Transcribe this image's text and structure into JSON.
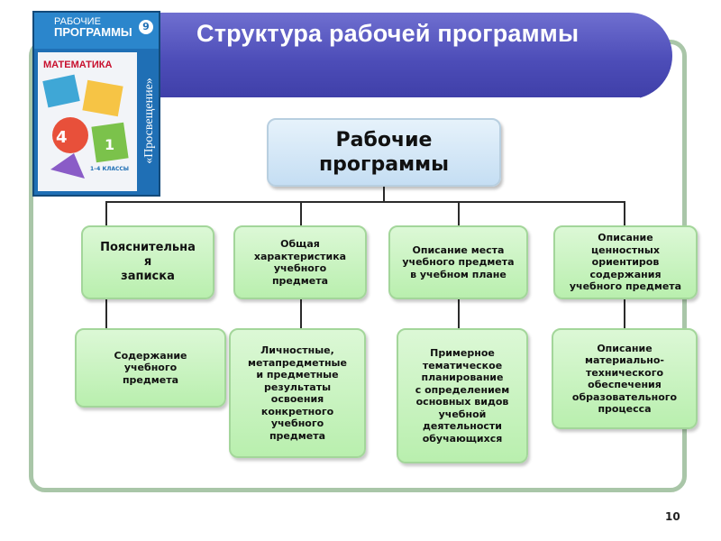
{
  "slide": {
    "title": "Структура рабочей программы",
    "page_number": "10"
  },
  "book": {
    "series_line1": "РАБОЧИЕ",
    "series_line2": "ПРОГРАММЫ",
    "subject": "МАТЕМАТИКА",
    "grades": "1–4 КЛАССЫ",
    "publisher": "«Просвещение»",
    "logo": "9"
  },
  "diagram": {
    "root": "Рабочие\nпрограммы",
    "level1": [
      "Пояснительна\nя\nзаписка",
      "Общая\nхарактеристика\nучебного\nпредмета",
      "Описание места\nучебного предмета\nв учебном плане",
      "Описание\nценностных\nориентиров\nсодержания\nучебного предмета"
    ],
    "level2": [
      "Содержание\nучебного\nпредмета",
      "Личностные,\nметапредметные\nи предметные\nрезультаты\nосвоения\nконкретного\nучебного\nпредмета",
      "Примерное\nтематическое\nпланирование\nс определением\nосновных видов\nучебной\nдеятельности\nобучающихся",
      "Описание\nматериально-\nтехнического\nобеспечения\nобразовательного\nпроцесса"
    ]
  },
  "colors": {
    "title_bar": "#4d4db8",
    "frame": "#a9c6a8",
    "root_box": "#c5def3",
    "node_box": "#b9efae"
  }
}
